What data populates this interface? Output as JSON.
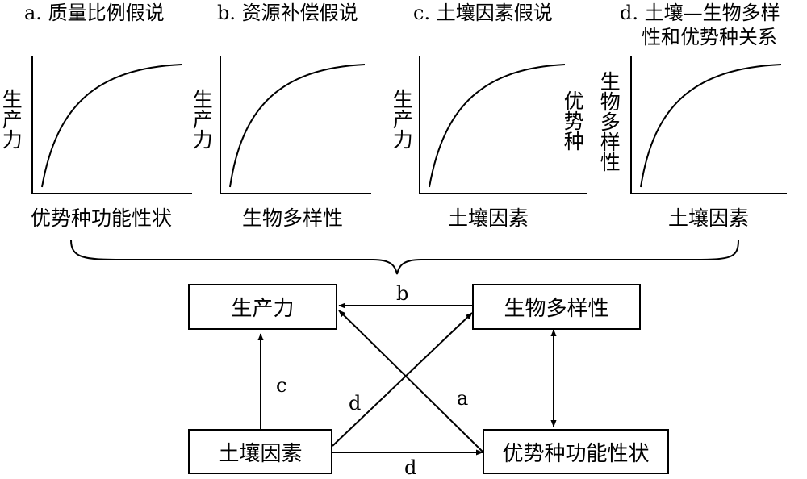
{
  "panels": [
    {
      "title": "a. 质量比例假说",
      "y_label": "生产力",
      "x_label": "优势种功能性状"
    },
    {
      "title": "b. 资源补偿假说",
      "y_label": "生产力",
      "x_label": "生物多样性"
    },
    {
      "title": "c. 土壤因素假说",
      "y_label": "生产力",
      "y_label_right": "优势种",
      "x_label": "土壤因素"
    },
    {
      "title_line1": "d. 土壤—生物多样",
      "title_line2": "性和优势种关系",
      "y_label": "生物多样性",
      "x_label": "土壤因素"
    }
  ],
  "nodes": {
    "productivity": "生产力",
    "biodiversity": "生物多样性",
    "soil": "土壤因素",
    "traits": "优势种功能性状"
  },
  "edges": {
    "b": "b",
    "c": "c",
    "a": "a",
    "d_diag": "d",
    "d_bottom": "d"
  }
}
